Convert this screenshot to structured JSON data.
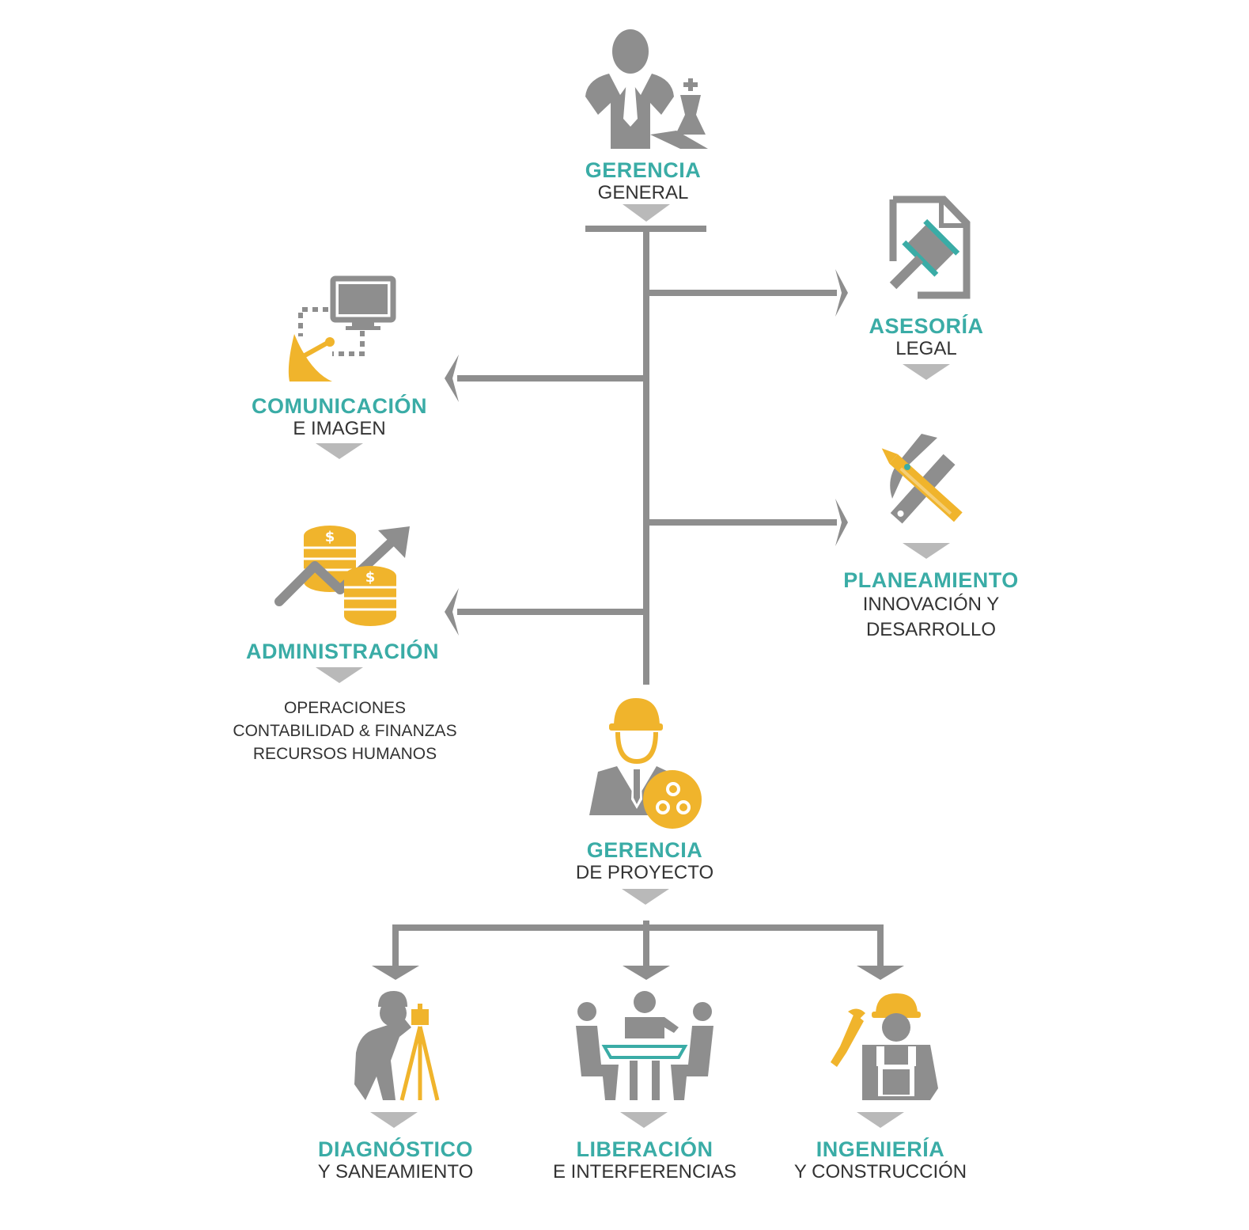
{
  "colors": {
    "accent": "#3aaca6",
    "icon_gray": "#8e8e8e",
    "icon_gold": "#f0b42c",
    "text": "#333333"
  },
  "nodes": {
    "gerencia_general": {
      "title": "GERENCIA",
      "subtitle": "GENERAL",
      "icon": "executive-chess-icon"
    },
    "asesoria_legal": {
      "title": "ASESORÍA",
      "subtitle": "LEGAL",
      "icon": "legal-document-gavel-icon"
    },
    "comunicacion": {
      "title": "COMUNICACIÓN",
      "subtitle": "E IMAGEN",
      "icon": "satellite-monitor-icon"
    },
    "planeamiento": {
      "title": "PLANEAMIENTO",
      "subtitle_1": "INNOVACIÓN Y",
      "subtitle_2": "DESARROLLO",
      "icon": "hammer-pencil-icon"
    },
    "administracion": {
      "title": "ADMINISTRACIÓN",
      "items": [
        "OPERACIONES",
        "CONTABILIDAD & FINANZAS",
        "RECURSOS HUMANOS"
      ],
      "icon": "coins-growth-icon"
    },
    "gerencia_proyecto": {
      "title": "GERENCIA",
      "subtitle": "DE PROYECTO",
      "icon": "engineer-gears-icon"
    },
    "diagnostico": {
      "title": "DIAGNÓSTICO",
      "subtitle": "Y SANEAMIENTO",
      "icon": "surveyor-icon"
    },
    "liberacion": {
      "title": "LIBERACIÓN",
      "subtitle": "E INTERFERENCIAS",
      "icon": "meeting-table-icon"
    },
    "ingenieria": {
      "title": "INGENIERÍA",
      "subtitle": "Y CONSTRUCCIÓN",
      "icon": "construction-worker-icon"
    }
  }
}
